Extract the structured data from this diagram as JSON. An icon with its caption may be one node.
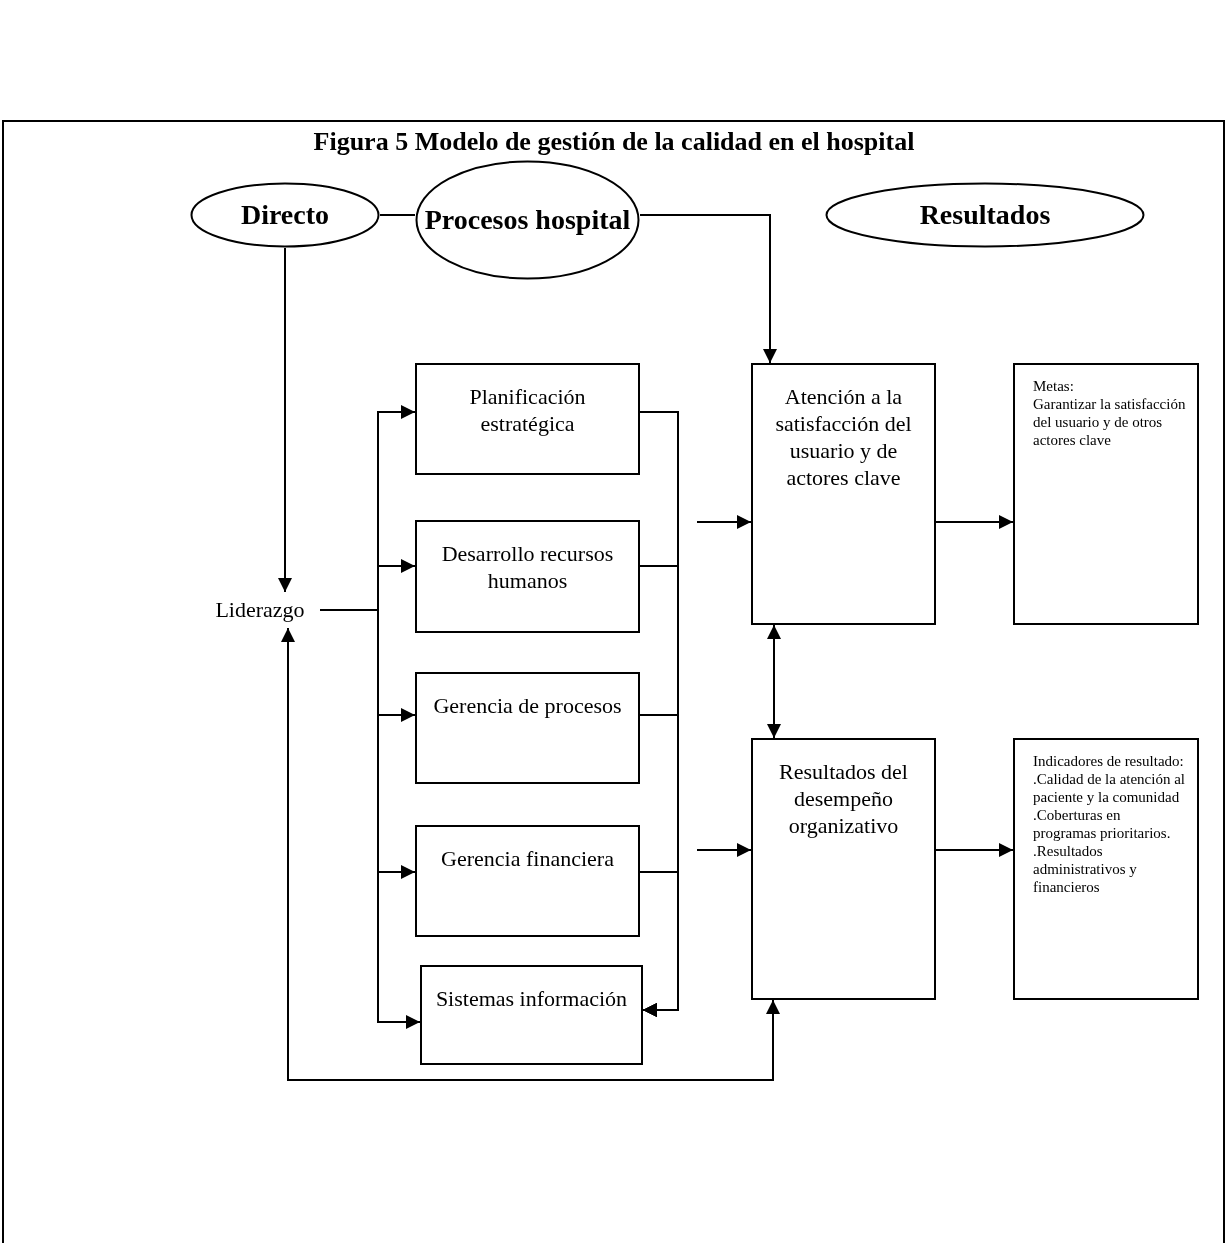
{
  "diagram": {
    "title": "Figura 5 Modelo de gestión de la calidad en el hospital",
    "nodes": [
      {
        "text": [
          "Directo"
        ]
      },
      {
        "text": [
          "Procesos hospital"
        ]
      },
      {
        "text": [
          "Resultados"
        ]
      },
      {
        "text": [
          "Liderazgo"
        ]
      },
      {
        "text": [
          "Planificación estratégica"
        ]
      },
      {
        "text": [
          "Desarrollo recursos humanos"
        ]
      },
      {
        "text": [
          "Gerencia de procesos"
        ]
      },
      {
        "text": [
          "Gerencia financiera"
        ]
      },
      {
        "text": [
          "Sistemas información"
        ]
      },
      {
        "text": [
          "Atención a la satisfacción del usuario y de actores clave"
        ]
      },
      {
        "text": [
          "Metas:",
          "Garantizar la satisfacción del usuario y de otros actores clave"
        ]
      },
      {
        "text": [
          "Resultados del desempeño organizativo"
        ]
      },
      {
        "text": [
          "Indicadores de resultado:",
          ".Calidad de la atención al paciente y la comunidad",
          ".Coberturas en programas prioritarios.",
          ".Resultados administrativos y financieros"
        ]
      }
    ],
    "edges": [
      {
        "from": 0,
        "to": 1,
        "arrow": "none"
      },
      {
        "from": 1,
        "to": 9,
        "arrow": "to"
      },
      {
        "from": 0,
        "to": 3,
        "arrow": "to"
      },
      {
        "from": 3,
        "to": 4,
        "arrow": "to"
      },
      {
        "from": 3,
        "to": 5,
        "arrow": "to"
      },
      {
        "from": 3,
        "to": 6,
        "arrow": "to"
      },
      {
        "from": 3,
        "to": 7,
        "arrow": "to"
      },
      {
        "from": 3,
        "to": 8,
        "arrow": "to"
      },
      {
        "from": 4,
        "to": 8,
        "arrow": "to"
      },
      {
        "from": 5,
        "to": 8,
        "arrow": "to"
      },
      {
        "from": 6,
        "to": 8,
        "arrow": "to"
      },
      {
        "from": 7,
        "to": 8,
        "arrow": "to"
      },
      {
        "from": null,
        "to": 9,
        "arrow": "to"
      },
      {
        "from": null,
        "to": 11,
        "arrow": "to"
      },
      {
        "from": 9,
        "to": 10,
        "arrow": "to"
      },
      {
        "from": 11,
        "to": 12,
        "arrow": "to"
      },
      {
        "from": 9,
        "to": 11,
        "arrow": "both"
      },
      {
        "from": 11,
        "to": 3,
        "arrow": "both"
      }
    ]
  }
}
